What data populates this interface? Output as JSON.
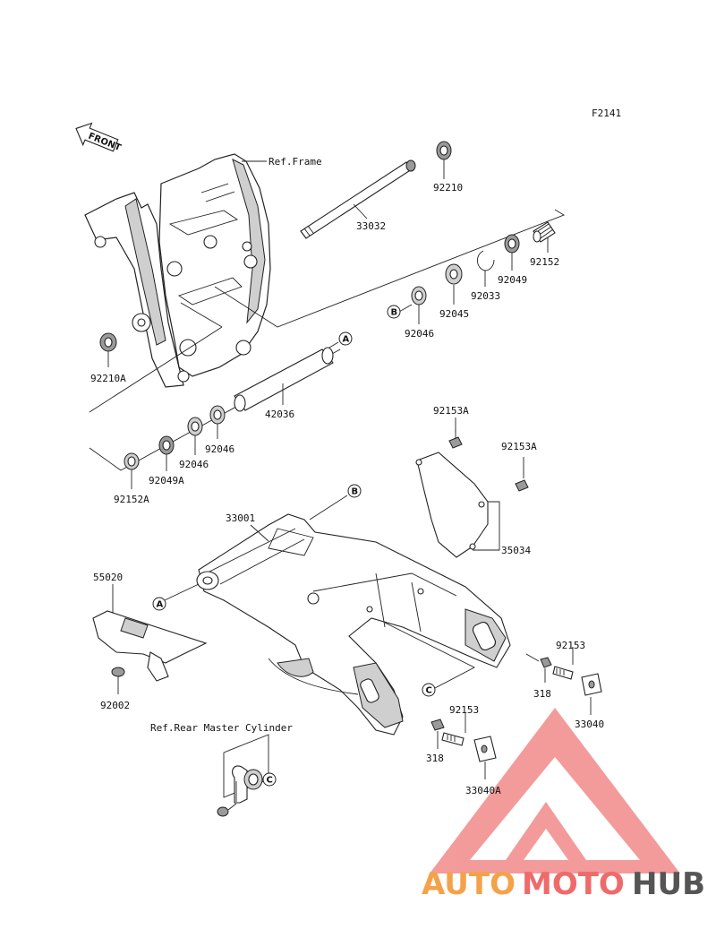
{
  "figure_code": "F2141",
  "front_marker": "FRONT",
  "ref_labels": {
    "frame": "Ref.Frame",
    "rear_master_cylinder": "Ref.Rear Master Cylinder"
  },
  "part_numbers": {
    "p92210": "92210",
    "p33032": "33032",
    "p92152": "92152",
    "p92049": "92049",
    "p92033": "92033",
    "p92045": "92045",
    "p92046_upper": "92046",
    "p92210A": "92210A",
    "p42036": "42036",
    "p92046_a": "92046",
    "p92046_b": "92046",
    "p92049A": "92049A",
    "p92152A": "92152A",
    "p92153A_top": "92153A",
    "p92153A_side": "92153A",
    "p33001": "33001",
    "p35034": "35034",
    "p55020": "55020",
    "p92002": "92002",
    "p92153_right": "92153",
    "p318_right": "318",
    "p33040": "33040",
    "p92153_center": "92153",
    "p318_center": "318",
    "p33040A": "33040A"
  },
  "callouts": {
    "a": "A",
    "b": "B",
    "c": "C"
  },
  "watermark": {
    "part1": "AUTO",
    "part2": "MOTO",
    "part3": "HUB",
    "color_auto": "#f4a24a",
    "color_moto": "#ee6b6b",
    "color_hub": "#555555",
    "color_logo": "#f28a8a"
  }
}
